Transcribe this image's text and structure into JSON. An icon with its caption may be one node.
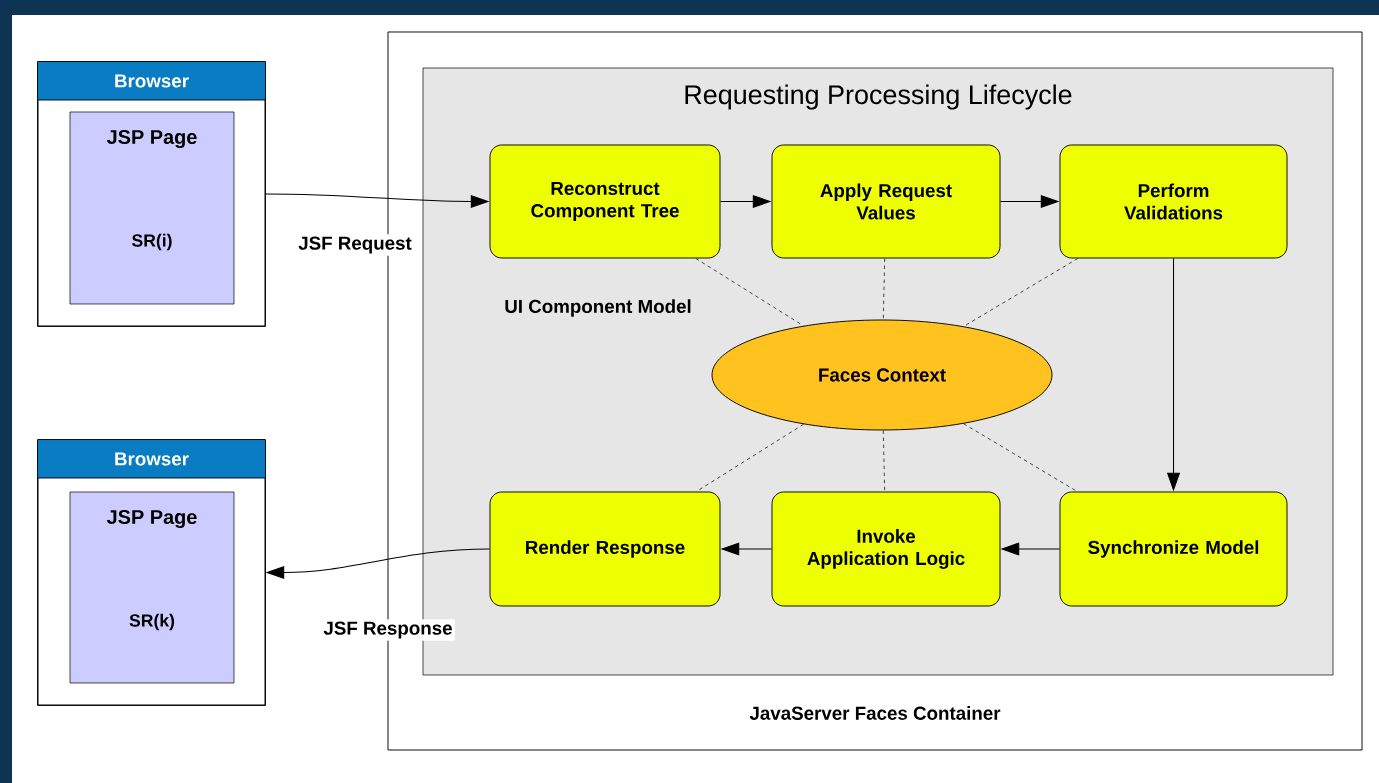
{
  "diagram": {
    "nodes": [
      {
        "text": [
          "Browser"
        ]
      },
      {
        "text": [
          "JSP Page",
          "SR(i)"
        ],
        "in": 0
      },
      {
        "text": [
          "Browser"
        ]
      },
      {
        "text": [
          "JSP Page",
          "SR(k)"
        ],
        "in": 2
      },
      {
        "text": [
          "JavaServer Faces Container"
        ]
      },
      {
        "text": [
          "Requesting Processing Lifecycle"
        ],
        "in": 4
      },
      {
        "text": [
          "Reconstruct Component Tree"
        ],
        "in": 5
      },
      {
        "text": [
          "Apply Request Values"
        ],
        "in": 5
      },
      {
        "text": [
          "Perform Validations"
        ],
        "in": 5
      },
      {
        "text": [
          "Faces Context"
        ],
        "in": 5
      },
      {
        "text": [
          "Render Response"
        ],
        "in": 5
      },
      {
        "text": [
          "Invoke Application Logic"
        ],
        "in": 5
      },
      {
        "text": [
          "Synchronize Model"
        ],
        "in": 5
      }
    ],
    "edges": [
      {
        "from": 0,
        "to": 6,
        "arrow": "to",
        "label": "JSF Request"
      },
      {
        "from": 6,
        "to": 7,
        "arrow": "to"
      },
      {
        "from": 7,
        "to": 8,
        "arrow": "to"
      },
      {
        "from": 8,
        "to": 12,
        "arrow": "to"
      },
      {
        "from": 12,
        "to": 11,
        "arrow": "to"
      },
      {
        "from": 11,
        "to": 10,
        "arrow": "to"
      },
      {
        "from": 10,
        "to": 2,
        "arrow": "to",
        "label": "JSF Response"
      },
      {
        "from": 6,
        "to": 9,
        "arrow": "none",
        "style": "dashed",
        "label": "UI Component Model"
      },
      {
        "from": 7,
        "to": 9,
        "arrow": "none",
        "style": "dashed"
      },
      {
        "from": 8,
        "to": 9,
        "arrow": "none",
        "style": "dashed"
      },
      {
        "from": 9,
        "to": 12,
        "arrow": "none",
        "style": "dashed"
      },
      {
        "from": 9,
        "to": 11,
        "arrow": "none",
        "style": "dashed"
      },
      {
        "from": 9,
        "to": 10,
        "arrow": "none",
        "style": "dashed"
      }
    ]
  }
}
